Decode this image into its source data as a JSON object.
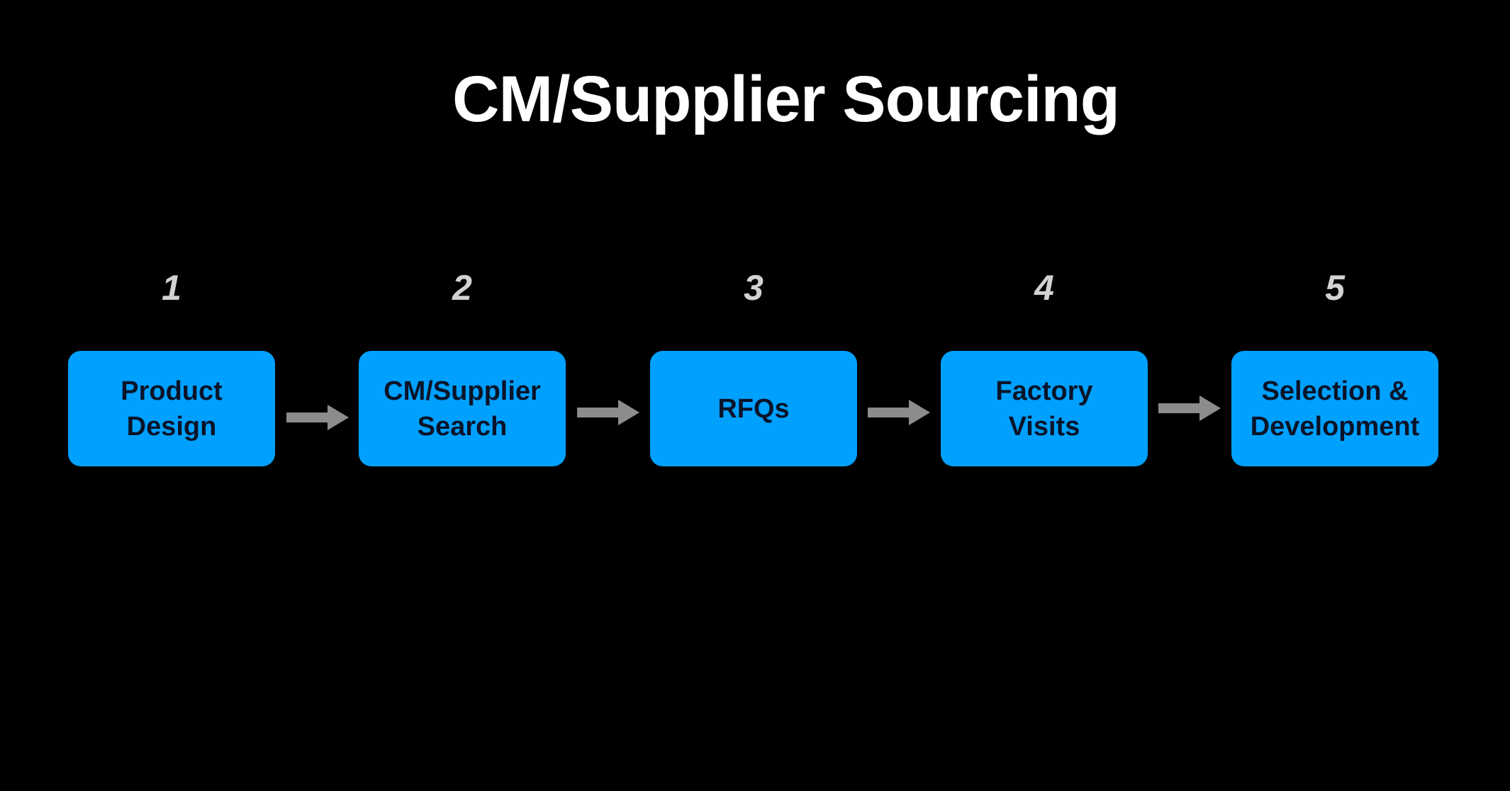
{
  "slide": {
    "title": "CM/Supplier Sourcing"
  },
  "steps": [
    {
      "number": "1",
      "label": "Product\nDesign"
    },
    {
      "number": "2",
      "label": "CM/Supplier\nSearch"
    },
    {
      "number": "3",
      "label": "RFQs"
    },
    {
      "number": "4",
      "label": "Factory\nVisits"
    },
    {
      "number": "5",
      "label": "Selection &\nDevelopment"
    }
  ],
  "colors": {
    "background": "#000000",
    "box_fill": "#00a0ff",
    "box_text": "#0a1428",
    "title_text": "#ffffff",
    "number_text": "#d2d2d2",
    "arrow": "#8c8c8c"
  }
}
